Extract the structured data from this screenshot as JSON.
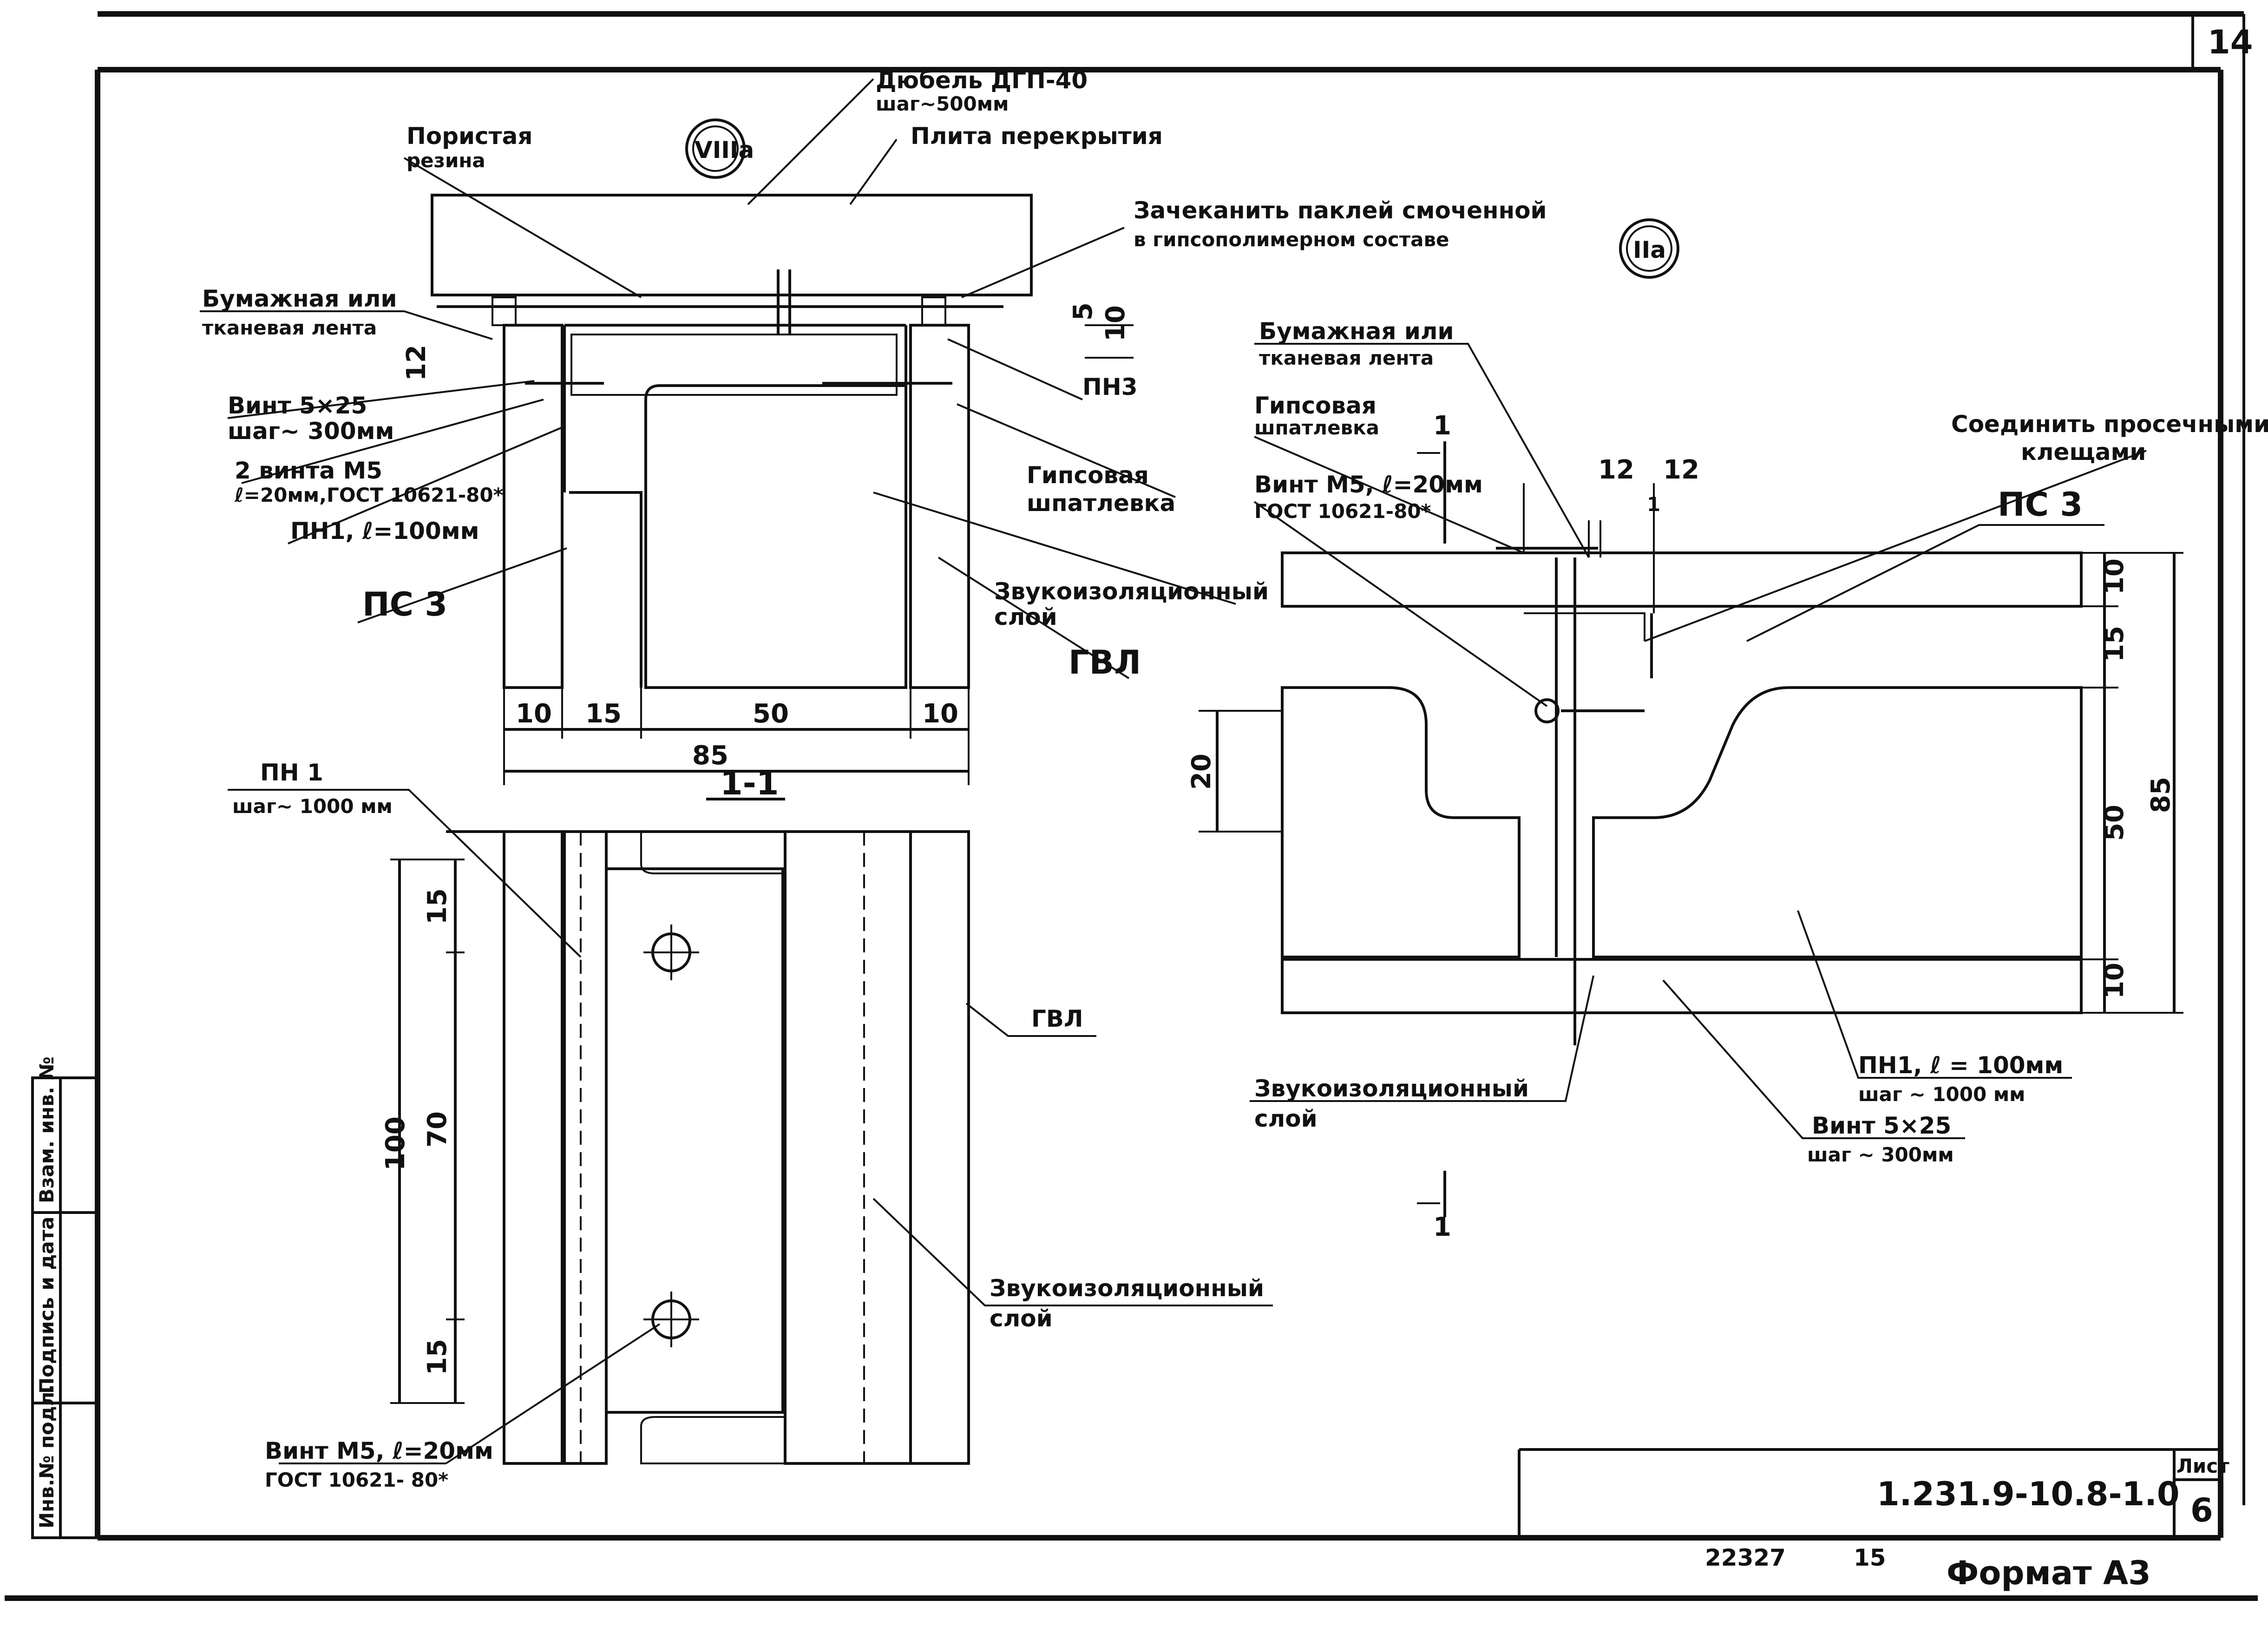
{
  "sheet": {
    "page_number": "14",
    "doc_code": "1.231.9-10.8-1.0",
    "list_label": "Лист",
    "list_number": "6",
    "footer_number": "22327",
    "footer_copy": "15",
    "format": "Формат А3",
    "side_stamp": [
      "Инв.№ подл.",
      "Подпись и дата",
      "Взам. инв. №"
    ]
  },
  "detail_viii": {
    "marker": "VIIIа",
    "labels": {
      "dowel": "Дюбель ДГП-40",
      "dowel_step": "шаг~500мм",
      "slab": "Плита перекрытия",
      "porous": "Пористая",
      "rubber": "резина",
      "caulk": "Зачеканить паклей смоченной",
      "caulk2": "в гипсополимерном составе",
      "tape": "Бумажная или",
      "tape2": "тканевая лента",
      "screw": "Винт 5×25",
      "screw_step": "шаг~ 300мм",
      "two_screws": "2 винта М5",
      "two_screws_spec": "ℓ=20мм,ГОСТ 10621-80*",
      "pn1": "ПН1, ℓ=100мм",
      "ps3": "ПС 3",
      "pn3": "ПН3",
      "putty": "Гипсовая",
      "putty2": "шпатлевка",
      "insul": "Звукоизоляционный",
      "insul2": "слой",
      "gvl": "ГВЛ"
    },
    "dims": [
      "10",
      "15",
      "50",
      "10",
      "85",
      "12",
      "5",
      "10"
    ]
  },
  "section_11": {
    "title": "1-1",
    "labels": {
      "pn1": "ПН 1",
      "pn1_step": "шаг~ 1000 мм",
      "gvl": "ГВЛ",
      "insul": "Звукоизоляционный",
      "insul2": "слой",
      "screw": "Винт М5, ℓ=20мм",
      "screw_spec": "ГОСТ 10621- 80*"
    },
    "dims": [
      "15",
      "70",
      "15",
      "100"
    ]
  },
  "detail_ii": {
    "marker": "IIа",
    "labels": {
      "tape": "Бумажная или",
      "tape2": "тканевая лента",
      "putty": "Гипсовая",
      "putty2": "шпатлевка",
      "screw": "Винт М5, ℓ=20мм",
      "screw_spec": "ГОСТ 10621-80*",
      "join": "Соединить просечными",
      "join2": "клещами",
      "ps3": "ПС 3",
      "insul": "Звукоизоляционный",
      "insul2": "слой",
      "pn1": "ПН1, ℓ = 100мм",
      "pn1_step": "шаг ~ 1000 мм",
      "screw2": "Винт 5×25",
      "screw2_step": "шаг ~ 300мм",
      "cut_mark": "1"
    },
    "dims": [
      "12",
      "12",
      "1",
      "10",
      "15",
      "50",
      "10",
      "85",
      "20"
    ]
  }
}
